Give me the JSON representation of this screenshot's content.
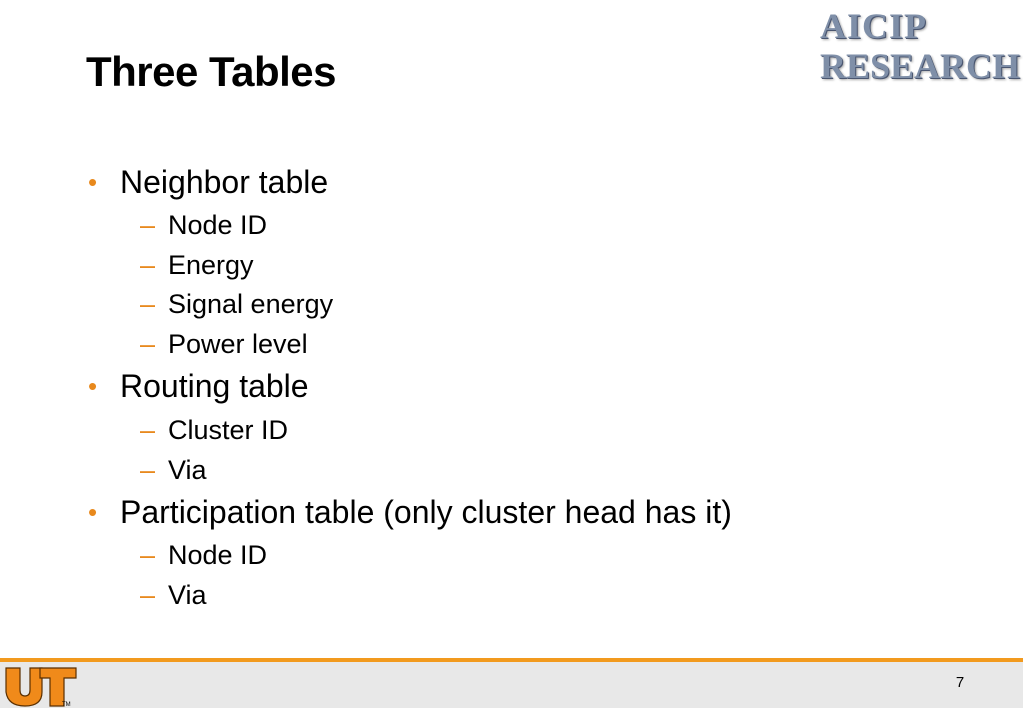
{
  "slide": {
    "title": "Three Tables",
    "logo_line1": "AICIP",
    "logo_line2": "RESEARCH",
    "bullets": [
      {
        "text": "Neighbor table",
        "subs": [
          "Node ID",
          "Energy",
          "Signal energy",
          "Power level"
        ]
      },
      {
        "text": "Routing table",
        "subs": [
          "Cluster ID",
          "Via"
        ]
      },
      {
        "text": "Participation table (only cluster head has it)",
        "subs": [
          "Node ID",
          "Via"
        ]
      }
    ],
    "bullet_char": "•",
    "dash_char": "–",
    "page_number": "7",
    "footer_logo_tm": "TM"
  },
  "colors": {
    "accent_orange": "#e8891d",
    "footer_line": "#f29a1e",
    "footer_bg": "#e8e8e8",
    "logo_text": "#7f8fa8"
  },
  "icons": {
    "footer_logo": "ut-orange-logo",
    "header_logo": "aicip-research-logo"
  }
}
